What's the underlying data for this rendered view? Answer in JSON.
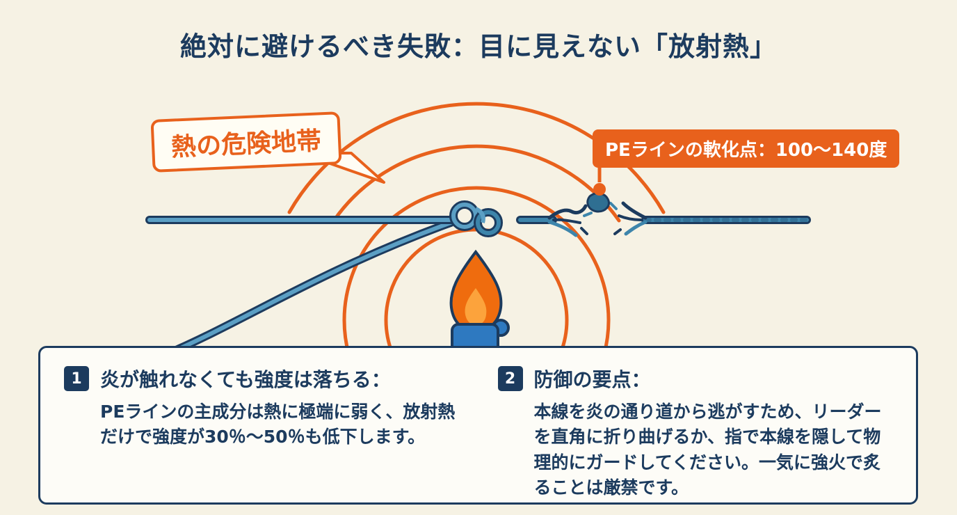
{
  "title": "絶対に避けるべき失敗：目に見えない「放射熱」",
  "diagram": {
    "danger_zone_label": "熱の危険地帯",
    "softening_point_label": "PEラインの軟化点：100〜140度"
  },
  "info_box": {
    "items": [
      {
        "number": "1",
        "heading": "炎が触れなくても強度は落ちる：",
        "body": "PEラインの主成分は熱に極端に弱く、放射熱だけで強度が30％〜50％も低下します。"
      },
      {
        "number": "2",
        "heading": "防御の要点：",
        "body": "本線を炎の通り道から逃がすため、リーダーを直角に折り曲げるか、指で本線を隠して物理的にガードしてください。一気に強火で炙ることは厳禁です。"
      }
    ]
  },
  "colors": {
    "background": "#f6f2e4",
    "navy": "#1c3b5e",
    "orange": "#e8611c",
    "line_light": "#5b9fc4",
    "line_dark": "#3d85ab",
    "flame_outer": "#ef6c0e",
    "flame_inner": "#fca33c",
    "lighter_blue": "#2e79c0"
  }
}
